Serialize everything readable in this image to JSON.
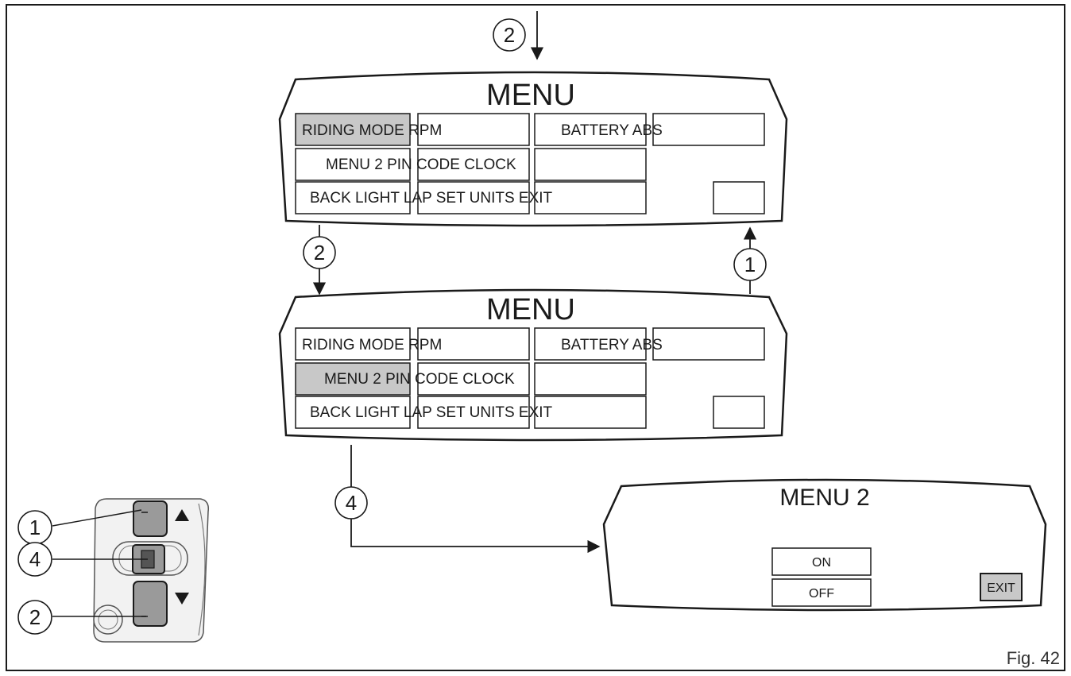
{
  "figure": {
    "label": "Fig. 42"
  },
  "callouts": {
    "c1": "1",
    "c2": "2",
    "c4": "4"
  },
  "screen1": {
    "title": "MENU",
    "row1": "RIDING MODE RPM",
    "row1b": "BATTERY ABS",
    "row2": "MENU 2 PIN CODE CLOCK",
    "row3": "BACK LIGHT LAP SET UNITS EXIT",
    "highlight": "RIDING MODE"
  },
  "screen2": {
    "title": "MENU",
    "row1": "RIDING MODE RPM",
    "row1b": "BATTERY ABS",
    "row2": "MENU 2 PIN CODE CLOCK",
    "row3": "BACK LIGHT LAP SET UNITS EXIT",
    "highlight": "MENU 2"
  },
  "screen3": {
    "title": "MENU 2",
    "on": "ON",
    "off": "OFF",
    "exit": "EXIT"
  },
  "colors": {
    "line": "#1a1a1a",
    "highlight": "#c8c8c8",
    "button": "#9a9a9a"
  }
}
